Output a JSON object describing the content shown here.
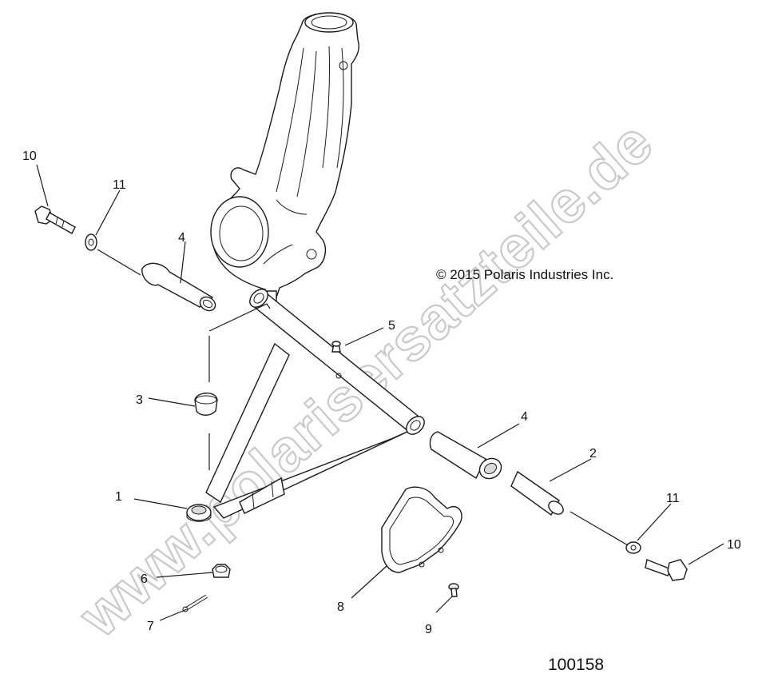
{
  "diagram": {
    "copyright": "© 2015 Polaris Industries Inc.",
    "part_number": "100158",
    "watermark": "www.polarisersatzteile.de",
    "callouts": {
      "c1": "1",
      "c2": "2",
      "c3": "3",
      "c4a": "4",
      "c4b": "4",
      "c5": "5",
      "c6": "6",
      "c7": "7",
      "c8": "8",
      "c9": "9",
      "c10a": "10",
      "c10b": "10",
      "c11a": "11",
      "c11b": "11"
    }
  }
}
